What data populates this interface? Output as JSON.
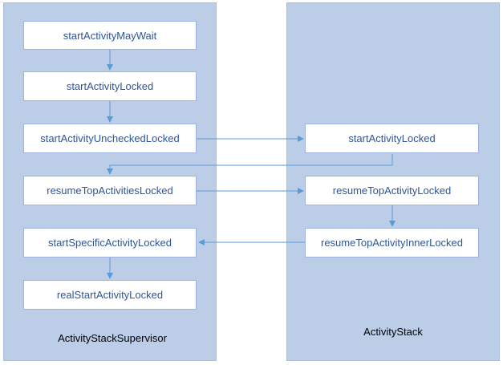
{
  "lanes": {
    "left_title": "ActivityStackSupervisor",
    "right_title": "ActivityStack"
  },
  "nodes": {
    "start_activity_may_wait": "startActivityMayWait",
    "start_activity_locked_left": "startActivityLocked",
    "start_activity_unchecked_locked": "startActivityUncheckedLocked",
    "start_activity_locked_right": "startActivityLocked",
    "resume_top_activities_locked": "resumeTopActivitiesLocked",
    "resume_top_activity_locked": "resumeTopActivityLocked",
    "resume_top_activity_inner_locked": "resumeTopActivityInnerLocked",
    "start_specific_activity_locked": "startSpecificActivityLocked",
    "real_start_activity_locked": "realStartActivityLocked"
  },
  "colors": {
    "lane_fill": "#bccde8",
    "node_text": "#2f5597",
    "arrow": "#5b9bd5"
  }
}
